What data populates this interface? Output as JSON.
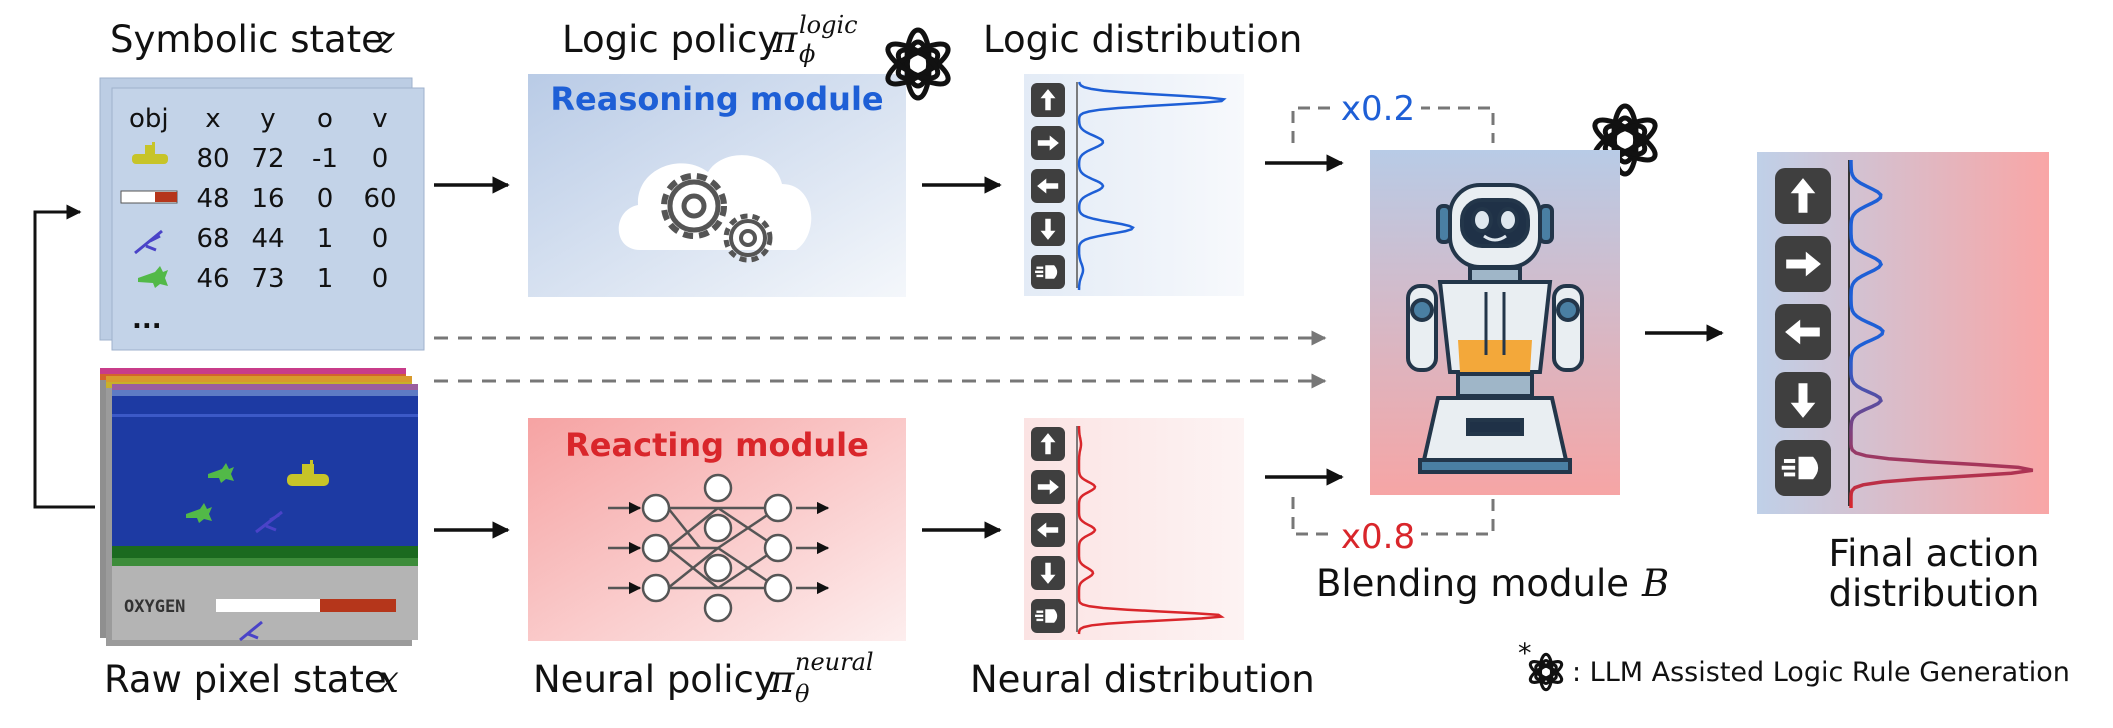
{
  "labels": {
    "symbolic_state": "Symbolic state",
    "symbolic_var": "z",
    "raw_state": "Raw pixel state",
    "raw_var": "x",
    "logic_policy": "Logic policy",
    "logic_policy_sym": "π",
    "logic_policy_sub": "ϕ",
    "logic_policy_sup": "logic",
    "neural_policy": "Neural policy",
    "neural_policy_sym": "π",
    "neural_policy_sub": "θ",
    "neural_policy_sup": "neural",
    "logic_dist": "Logic distribution",
    "neural_dist": "Neural distribution",
    "blending": "Blending module",
    "blending_var": "B",
    "final_line1": "Final action",
    "final_line2": "distribution"
  },
  "modules": {
    "reasoning": "Reasoning module",
    "reacting": "Reacting module"
  },
  "weights": {
    "logic": "x0.2",
    "neural": "x0.8"
  },
  "table": {
    "headers": [
      "obj",
      "x",
      "y",
      "o",
      "v"
    ],
    "rows": [
      {
        "obj": "submarine-icon",
        "x": "80",
        "y": "72",
        "o": "-1",
        "v": "0"
      },
      {
        "obj": "oxygen-bar-icon",
        "x": "48",
        "y": "16",
        "o": "0",
        "v": "60"
      },
      {
        "obj": "diver-icon",
        "x": "68",
        "y": "44",
        "o": "1",
        "v": "0"
      },
      {
        "obj": "shark-icon",
        "x": "46",
        "y": "73",
        "o": "1",
        "v": "0"
      }
    ],
    "ellipsis": "..."
  },
  "game": {
    "oxygen_label": "OXYGEN"
  },
  "footnote": {
    "marker": "*",
    "text": ": LLM Assisted Logic Rule Generation"
  },
  "actions": [
    "up-arrow-icon",
    "right-arrow-icon",
    "left-arrow-icon",
    "down-arrow-icon",
    "fire-icon"
  ],
  "colors": {
    "logic": "#1e5fd6",
    "neural": "#d9262b",
    "arrow": "#111111",
    "dashed": "#777777"
  }
}
